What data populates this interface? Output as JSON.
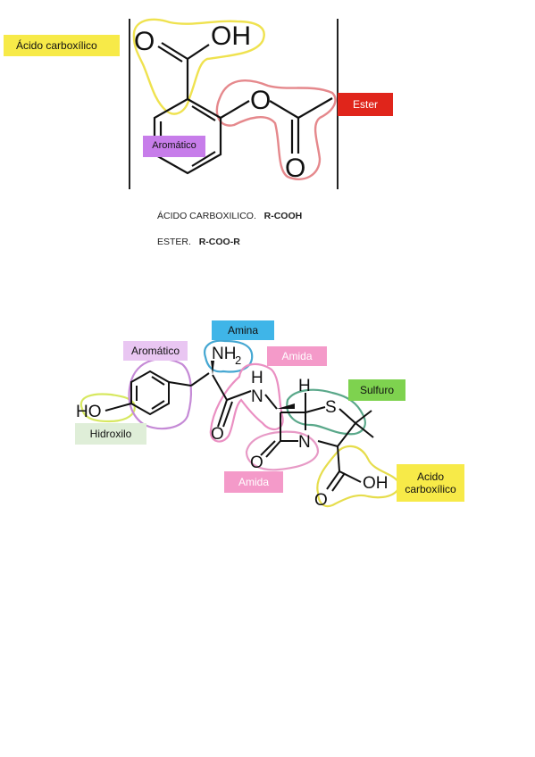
{
  "aspirin": {
    "atoms": {
      "o_carbonyl": "O",
      "oh": "OH",
      "o_ester": "O",
      "o_ketone": "O"
    },
    "labels": {
      "carboxylic": "Ácido carboxílico",
      "ester": "Ester",
      "aromatic": "Aromático"
    },
    "colors": {
      "yellow": "#f7ea48",
      "red": "#e0251b",
      "purple": "#c77dea"
    }
  },
  "notes": {
    "line1_name": "ÁCIDO CARBOXILICO.",
    "line1_formula": "R-COOH",
    "line2_name": "ESTER.",
    "line2_formula": "R-COO-R"
  },
  "amoxicillin": {
    "atoms": {
      "nh2": "NH",
      "nh2_sub": "2",
      "h_amide": "H",
      "n_amide": "N",
      "h_ring": "H",
      "s": "S",
      "n_ring": "N",
      "o_lactam": "O",
      "o_amide": "O",
      "ho": "HO",
      "oh": "OH",
      "o_carboxyl": "O"
    },
    "labels": {
      "amina": "Amina",
      "aromatico": "Aromático",
      "amida_top": "Amida",
      "sulfuro": "Sulfuro",
      "hidroxilo": "Hidroxilo",
      "amida_bottom": "Amida",
      "acido": "Acido carboxílico"
    },
    "colors": {
      "blue": "#3fb5e8",
      "lavender": "#e9c6f2",
      "pink": "#f49ac9",
      "green": "#7ed24f",
      "pale_green": "#dfeed8",
      "yellow": "#f7ea48"
    }
  }
}
